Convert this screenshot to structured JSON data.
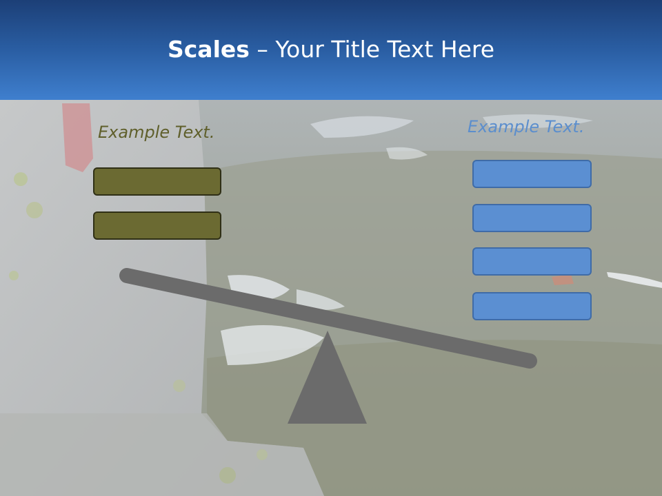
{
  "slide": {
    "title_bold": "Scales",
    "title_rest": " – Your Title Text Here",
    "left_label": "Example Text.",
    "right_label": "Example Text.",
    "left_box_count": 2,
    "right_box_count": 4
  },
  "colors": {
    "header_top": "#1c3f77",
    "header_bottom": "#3f7fce",
    "olive_fill": "#6b6a32",
    "olive_border": "#2f2f16",
    "blue_fill": "#5b8fd2",
    "blue_border": "#3f6ba7",
    "scale_gray": "#6b6b6b",
    "left_label_color": "#5f5f2b",
    "right_label_color": "#5b8ecd"
  }
}
